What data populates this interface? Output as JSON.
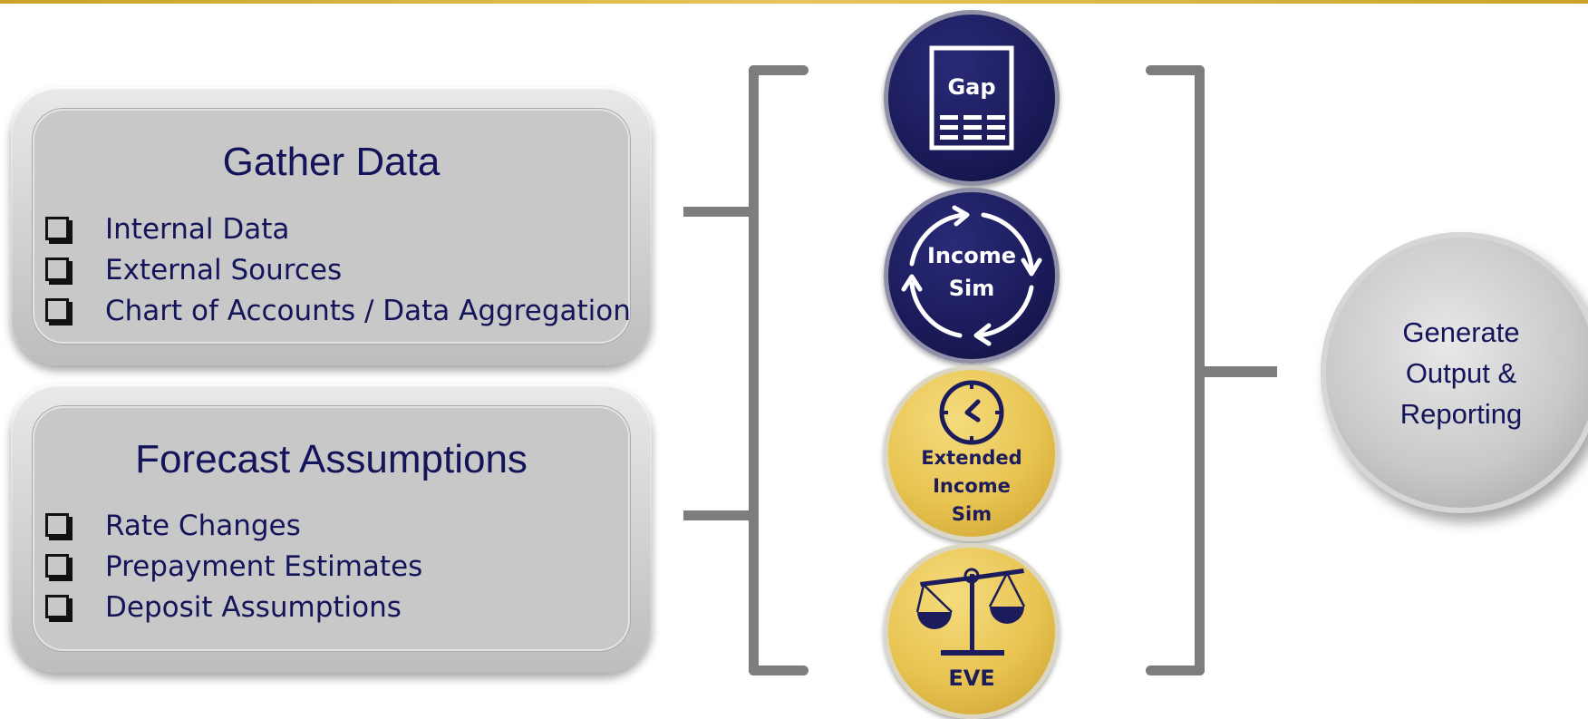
{
  "gather": {
    "title": "Gather Data",
    "items": [
      "Internal Data",
      "External Sources",
      "Chart of Accounts / Data Aggregation"
    ]
  },
  "forecast": {
    "title": "Forecast Assumptions",
    "items": [
      "Rate Changes",
      "Prepayment Estimates",
      "Deposit Assumptions"
    ]
  },
  "methods": {
    "gap": "Gap",
    "income_sim": [
      "Income",
      "Sim"
    ],
    "extended": [
      "Extended",
      "Income",
      "Sim"
    ],
    "eve": "EVE"
  },
  "output": {
    "lines": [
      "Generate",
      "Output &",
      "Reporting"
    ]
  },
  "colors": {
    "navy": "#1c1c5c",
    "gold": "#e8c350",
    "text": "#14145a",
    "connector": "#7d7d7d"
  }
}
